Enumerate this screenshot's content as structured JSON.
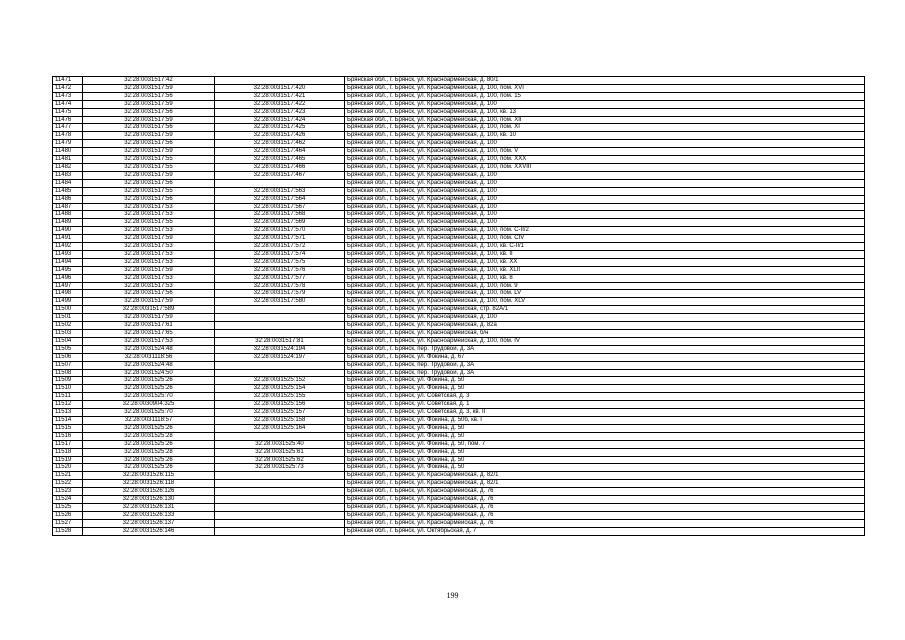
{
  "page_number": "199",
  "rows": [
    [
      "11471",
      "32:28:0031517:42",
      "",
      "Брянская обл., г. Брянск, ул. Красноармейская, д. 80/1"
    ],
    [
      "11472",
      "32:28:0031517:59",
      "32:28:0031517:420",
      "Брянская обл., г. Брянск, ул. Красноармейская, д. 100, пом. XVI"
    ],
    [
      "11473",
      "32:28:0031517:56",
      "32:28:0031517:421",
      "Брянская обл., г. Брянск, ул. Красноармейская, д. 100, пом. 15"
    ],
    [
      "11474",
      "32:28:0031517:59",
      "32:28:0031517:422",
      "Брянская обл., г. Брянск, ул. Красноармейская, д. 100"
    ],
    [
      "11475",
      "32:28:0031517:56",
      "32:28:0031517:423",
      "Брянская обл., г. Брянск, ул. Красноармейская, д. 100, кв. 13"
    ],
    [
      "11476",
      "32:28:0031517:59",
      "32:28:0031517:424",
      "Брянская обл., г. Брянск, ул. Красноармейская, д. 100, пом. XII"
    ],
    [
      "11477",
      "32:28:0031517:56",
      "32:28:0031517:425",
      "Брянская обл., г. Брянск, ул. Красноармейская, д. 100, пом. XI"
    ],
    [
      "11478",
      "32:28:0031517:59",
      "32:28:0031517:426",
      "Брянская обл., г. Брянск, ул. Красноармейская, д. 100, кв. 10"
    ],
    [
      "11479",
      "32:28:0031517:56",
      "32:28:0031517:462",
      "Брянская обл., г. Брянск, ул. Красноармейская, д. 100"
    ],
    [
      "11480",
      "32:28:0031517:59",
      "32:28:0031517:464",
      "Брянская обл., г. Брянск, ул. Красноармейская, д. 100, пом. V"
    ],
    [
      "11481",
      "32:28:0031517:55",
      "32:28:0031517:465",
      "Брянская обл., г. Брянск, ул. Красноармейская, д. 100, пом. XXX"
    ],
    [
      "11482",
      "32:28:0031517:55",
      "32:28:0031517:466",
      "Брянская обл., г. Брянск, ул. Красноармейская, д. 100, пом. XXVIII"
    ],
    [
      "11483",
      "32:28:0031517:59",
      "32:28:0031517:467",
      "Брянская обл., г. Брянск, ул. Красноармейская, д. 100"
    ],
    [
      "11484",
      "32:28:0031517:56",
      "",
      "Брянская обл., г. Брянск, ул. Красноармейская, д. 100"
    ],
    [
      "11485",
      "32:28:0031517:55",
      "32:28:0031517:563",
      "Брянская обл., г. Брянск, ул. Красноармейская, д. 100"
    ],
    [
      "11486",
      "32:28:0031517:56",
      "32:28:0031517:564",
      "Брянская обл., г. Брянск, ул. Красноармейская, д. 100"
    ],
    [
      "11487",
      "32:28:0031517:53",
      "32:28:0031517:567",
      "Брянская обл., г. Брянск, ул. Красноармейская, д. 100"
    ],
    [
      "11488",
      "32:28:0031517:53",
      "32:28:0031517:568",
      "Брянская обл., г. Брянск, ул. Красноармейская, д. 100"
    ],
    [
      "11489",
      "32:28:0031517:55",
      "32:28:0031517:569",
      "Брянская обл., г. Брянск, ул. Красноармейская, д. 100"
    ],
    [
      "11490",
      "32:28:0031517:53",
      "32:28:0031517:570",
      "Брянская обл., г. Брянск, ул. Красноармейская, д. 100, пом. С-II/2"
    ],
    [
      "11491",
      "32:28:0031517:59",
      "32:28:0031517:571",
      "Брянская обл., г. Брянск, ул. Красноармейская, д. 100, пом. CIV"
    ],
    [
      "11492",
      "32:28:0031517:53",
      "32:28:0031517:572",
      "Брянская обл., г. Брянск, ул. Красноармейская, д. 100, кв. С-II/1"
    ],
    [
      "11493",
      "32:28:0031517:53",
      "32:28:0031517:574",
      "Брянская обл., г. Брянск, ул. Красноармейская, д. 100, кв. II"
    ],
    [
      "11494",
      "32:28:0031517:53",
      "32:28:0031517:575",
      "Брянская обл., г. Брянск, ул. Красноармейская, д. 100, кв. XX"
    ],
    [
      "11495",
      "32:28:0031517:59",
      "32:28:0031517:576",
      "Брянская обл., г. Брянск, ул. Красноармейская, д. 100, кв. XLII"
    ],
    [
      "11496",
      "32:28:0031517:53",
      "32:28:0031517:577",
      "Брянская обл., г. Брянск, ул. Красноармейская, д. 100, кв. 8"
    ],
    [
      "11497",
      "32:28:0031517:53",
      "32:28:0031517:578",
      "Брянская обл., г. Брянск, ул. Красноармейская, д. 100, пом. 9"
    ],
    [
      "11498",
      "32:28:0031517:56",
      "32:28:0031517:579",
      "Брянская обл., г. Брянск, ул. Красноармейская, д. 100, пом. LV"
    ],
    [
      "11499",
      "32:28:0031517:59",
      "32:28:0031517:580",
      "Брянская обл., г. Брянск, ул. Красноармейская, д. 100, пом. XLV"
    ],
    [
      "11500",
      "32:28:0031517:589",
      "",
      "Брянская обл., г. Брянск, ул. Красноармейская, стр. 82А/1"
    ],
    [
      "11501",
      "32:28:0031517:59",
      "",
      "Брянская обл., г. Брянск, ул. Красноармейская, д. 100"
    ],
    [
      "11502",
      "32:28:0031517:61",
      "",
      "Брянская обл., г. Брянск, ул. Красноармейская, д. 82а"
    ],
    [
      "11503",
      "32:28:0031517:65",
      "",
      "Брянская обл., г. Брянск, ул. Красноармейская, б/н"
    ],
    [
      "11504",
      "32:28:0031517:53",
      "32:28:0031517:81",
      "Брянская обл., г. Брянск, ул. Красноармейская, д. 100, пом. IV"
    ],
    [
      "11505",
      "32:28:0031524:48",
      "32:28:0031524:194",
      "Брянская обл., г. Брянск, пер. Трудовой, д. 3А"
    ],
    [
      "11506",
      "32:28:0031118:56",
      "32:28:0031524:197",
      "Брянская обл., г. Брянск, ул. Фокина, д. 67"
    ],
    [
      "11507",
      "32:28:0031524:48",
      "",
      "Брянская обл., г. Брянск, пер. Трудовой, д. 3А"
    ],
    [
      "11508",
      "32:28:0031524:50",
      "",
      "Брянская обл., г. Брянск, пер. Трудовой, д. 3А"
    ],
    [
      "11509",
      "32:28:0031525:26",
      "32:28:0031525:152",
      "Брянская обл., г. Брянск, ул. Фокина, д. 50"
    ],
    [
      "11510",
      "32:28:0031525:26",
      "32:28:0031525:154",
      "Брянская обл., г. Брянск, ул. Фокина, д. 50"
    ],
    [
      "11511",
      "32:28:0031525:70",
      "32:28:0031525:155",
      "Брянская обл., г. Брянск, ул. Советская, д. 3"
    ],
    [
      "11512",
      "32:28:0030904:325",
      "32:28:0031525:156",
      "Брянская обл., г. Брянск, ул. Советская, д. 1"
    ],
    [
      "11513",
      "32:28:0031525:70",
      "32:28:0031525:157",
      "Брянская обл., г. Брянск, ул. Советская, д. 3, кв. II"
    ],
    [
      "11514",
      "32:28:0031118:57",
      "32:28:0031525:158",
      "Брянская обл., г. Брянск, ул. Фокина, д. 50б, кв. I"
    ],
    [
      "11515",
      "32:28:0031525:26",
      "32:28:0031525:164",
      "Брянская обл., г. Брянск, ул. Фокина, д. 50"
    ],
    [
      "11516",
      "32:28:0031525:28",
      "",
      "Брянская обл., г. Брянск, ул. Фокина, д. 50"
    ],
    [
      "11517",
      "32:28:0031525:26",
      "32:28:0031525:40",
      "Брянская обл., г. Брянск, ул. Фокина, д. 50, пом. 7"
    ],
    [
      "11518",
      "32:28:0031525:28",
      "32:28:0031525:61",
      "Брянская обл., г. Брянск, ул. Фокина, д. 50"
    ],
    [
      "11519",
      "32:28:0031525:26",
      "32:28:0031525:62",
      "Брянская обл., г. Брянск, ул. Фокина, д. 50"
    ],
    [
      "11520",
      "32:28:0031525:26",
      "32:28:0031525:73",
      "Брянская обл., г. Брянск, ул. Фокина, д. 50"
    ],
    [
      "11521",
      "32:28:0031526:115",
      "",
      "Брянская обл., г. Брянск, ул. Красноармейская, д. 82/1"
    ],
    [
      "11522",
      "32:28:0031526:118",
      "",
      "Брянская обл., г. Брянск, ул. Красноармейская, д. 82/1"
    ],
    [
      "11523",
      "32:28:0031526:126",
      "",
      "Брянская обл., г. Брянск, ул. Красноармейская, д. 76"
    ],
    [
      "11524",
      "32:28:0031526:130",
      "",
      "Брянская обл., г. Брянск, ул. Красноармейская, д. 76"
    ],
    [
      "11525",
      "32:28:0031526:131",
      "",
      "Брянская обл., г. Брянск, ул. Красноармейская, д. 76"
    ],
    [
      "11526",
      "32:28:0031526:133",
      "",
      "Брянская обл., г. Брянск, ул. Красноармейская, д. 76"
    ],
    [
      "11527",
      "32:28:0031526:137",
      "",
      "Брянская обл., г. Брянск, ул. Красноармейская, д. 76"
    ],
    [
      "11528",
      "32:28:0031526:146",
      "",
      "Брянская обл., г. Брянск, ул. Октябрьская, д. 7"
    ]
  ]
}
